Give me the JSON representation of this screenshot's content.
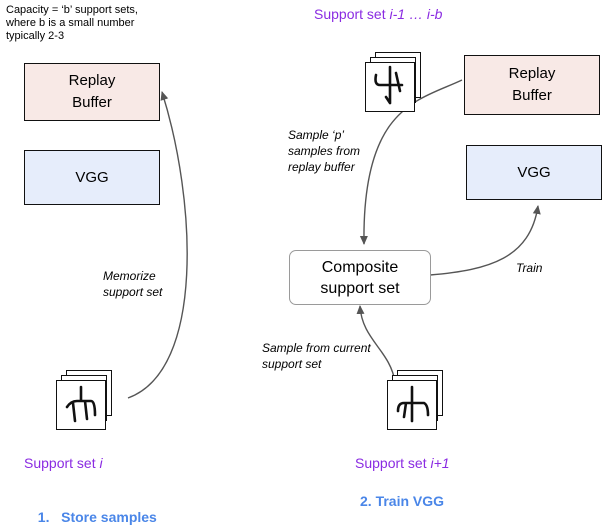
{
  "capacity_note": [
    "Capacity = ‘b’ support sets,",
    "where b is a small number",
    "typically 2-3"
  ],
  "left": {
    "replay_buffer": [
      "Replay",
      "Buffer"
    ],
    "vgg": "VGG",
    "edge_label": [
      "Memorize",
      "support set"
    ],
    "support_set_prefix": "Support set ",
    "support_set_index": "i",
    "step_label": "1.   Store samples"
  },
  "right": {
    "header_prefix": "Support set ",
    "header_range": "i-1 … i-b",
    "replay_buffer": [
      "Replay",
      "Buffer"
    ],
    "vgg": "VGG",
    "composite": [
      "Composite",
      "support set"
    ],
    "sample_replay_label": [
      "Sample ‘p’",
      "samples from",
      "replay buffer"
    ],
    "train_label": "Train",
    "sample_current_label": [
      "Sample from current",
      "support set"
    ],
    "support_set_prefix": "Support set ",
    "support_set_index": "i+1",
    "step_label": "2. Train VGG"
  },
  "colors": {
    "replay_fill": "#f8e9e6",
    "vgg_fill": "#e6edfb",
    "purple_text": "#8a2be2",
    "step_blue": "#4a86e8"
  }
}
